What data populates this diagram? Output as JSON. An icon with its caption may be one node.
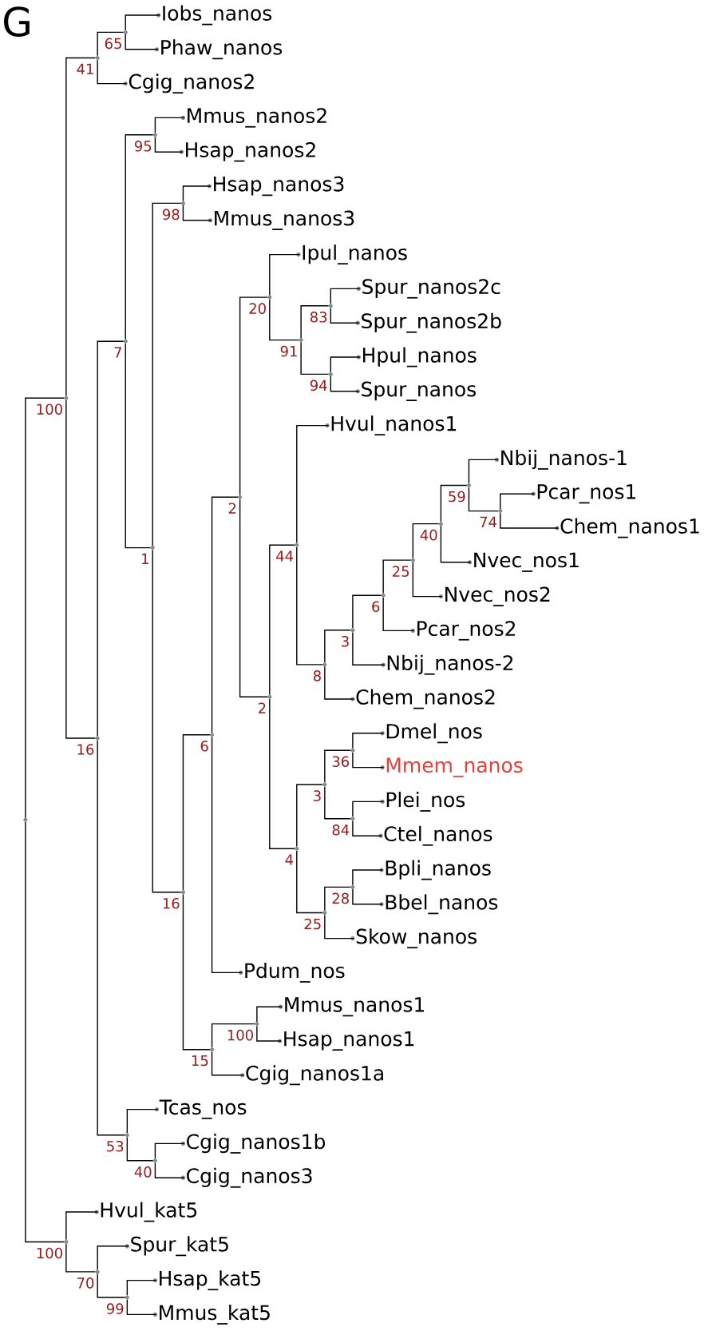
{
  "diagram": {
    "nodes": [
      {
        "text": [],
        "shape": "circle"
      },
      {
        "text": [],
        "shape": "circle",
        "beside": [
          "100"
        ]
      },
      {
        "text": [],
        "shape": "circle",
        "beside": [
          "41"
        ]
      },
      {
        "text": [],
        "shape": "circle",
        "beside": [
          "65"
        ]
      },
      {
        "text": [
          "Iobs_nanos"
        ]
      },
      {
        "text": [
          "Phaw_nanos"
        ]
      },
      {
        "text": [
          "Cgig_nanos2"
        ]
      },
      {
        "text": [],
        "shape": "circle",
        "beside": [
          "16"
        ]
      },
      {
        "text": [],
        "shape": "circle",
        "beside": [
          "7"
        ]
      },
      {
        "text": [],
        "shape": "circle",
        "beside": [
          "95"
        ]
      },
      {
        "text": [
          "Mmus_nanos2"
        ]
      },
      {
        "text": [
          "Hsap_nanos2"
        ]
      },
      {
        "text": [],
        "shape": "circle",
        "beside": [
          "1"
        ]
      },
      {
        "text": [],
        "shape": "circle",
        "beside": [
          "98"
        ]
      },
      {
        "text": [
          "Hsap_nanos3"
        ]
      },
      {
        "text": [
          "Mmus_nanos3"
        ]
      },
      {
        "text": [],
        "shape": "circle",
        "beside": [
          "16"
        ]
      },
      {
        "text": [],
        "shape": "circle",
        "beside": [
          "6"
        ]
      },
      {
        "text": [],
        "shape": "circle",
        "beside": [
          "2"
        ]
      },
      {
        "text": [],
        "shape": "circle",
        "beside": [
          "20"
        ]
      },
      {
        "text": [
          "Ipul_nanos"
        ]
      },
      {
        "text": [],
        "shape": "circle",
        "beside": [
          "91"
        ]
      },
      {
        "text": [],
        "shape": "circle",
        "beside": [
          "83"
        ]
      },
      {
        "text": [
          "Spur_nanos2c"
        ]
      },
      {
        "text": [
          "Spur_nanos2b"
        ]
      },
      {
        "text": [],
        "shape": "circle",
        "beside": [
          "94"
        ]
      },
      {
        "text": [
          "Hpul_nanos"
        ]
      },
      {
        "text": [
          "Spur_nanos"
        ]
      },
      {
        "text": [],
        "shape": "circle",
        "beside": [
          "2"
        ]
      },
      {
        "text": [],
        "shape": "circle",
        "beside": [
          "44"
        ]
      },
      {
        "text": [
          "Hvul_nanos1"
        ]
      },
      {
        "text": [],
        "shape": "circle",
        "beside": [
          "8"
        ]
      },
      {
        "text": [],
        "shape": "circle",
        "beside": [
          "3"
        ]
      },
      {
        "text": [],
        "shape": "circle",
        "beside": [
          "6"
        ]
      },
      {
        "text": [],
        "shape": "circle",
        "beside": [
          "25"
        ]
      },
      {
        "text": [],
        "shape": "circle",
        "beside": [
          "40"
        ]
      },
      {
        "text": [],
        "shape": "circle",
        "beside": [
          "59"
        ]
      },
      {
        "text": [
          "Nbij_nanos-1"
        ]
      },
      {
        "text": [],
        "shape": "circle",
        "beside": [
          "74"
        ]
      },
      {
        "text": [
          "Pcar_nos1"
        ]
      },
      {
        "text": [
          "Chem_nanos1"
        ]
      },
      {
        "text": [
          "Nvec_nos1"
        ]
      },
      {
        "text": [
          "Nvec_nos2"
        ]
      },
      {
        "text": [
          "Pcar_nos2"
        ]
      },
      {
        "text": [
          "Nbij_nanos-2"
        ]
      },
      {
        "text": [
          "Chem_nanos2"
        ]
      },
      {
        "text": [],
        "shape": "circle",
        "beside": [
          "4"
        ]
      },
      {
        "text": [],
        "shape": "circle",
        "beside": [
          "3"
        ]
      },
      {
        "text": [],
        "shape": "circle",
        "beside": [
          "36"
        ]
      },
      {
        "text": [
          "Dmel_nos"
        ]
      },
      {
        "text": [
          "Mmem_nanos"
        ]
      },
      {
        "text": [],
        "shape": "circle",
        "beside": [
          "84"
        ]
      },
      {
        "text": [
          "Plei_nos"
        ]
      },
      {
        "text": [
          "Ctel_nanos"
        ]
      },
      {
        "text": [],
        "shape": "circle",
        "beside": [
          "25"
        ]
      },
      {
        "text": [],
        "shape": "circle",
        "beside": [
          "28"
        ]
      },
      {
        "text": [
          "Bpli_nanos"
        ]
      },
      {
        "text": [
          "Bbel_nanos"
        ]
      },
      {
        "text": [
          "Skow_nanos"
        ]
      },
      {
        "text": [
          "Pdum_nos"
        ]
      },
      {
        "text": [],
        "shape": "circle",
        "beside": [
          "15"
        ]
      },
      {
        "text": [],
        "shape": "circle",
        "beside": [
          "100"
        ]
      },
      {
        "text": [
          "Mmus_nanos1"
        ]
      },
      {
        "text": [
          "Hsap_nanos1"
        ]
      },
      {
        "text": [
          "Cgig_nanos1a"
        ]
      },
      {
        "text": [],
        "shape": "circle",
        "beside": [
          "53"
        ]
      },
      {
        "text": [
          "Tcas_nos"
        ]
      },
      {
        "text": [],
        "shape": "circle",
        "beside": [
          "40"
        ]
      },
      {
        "text": [
          "Cgig_nanos1b"
        ]
      },
      {
        "text": [
          "Cgig_nanos3"
        ]
      },
      {
        "text": [],
        "shape": "circle",
        "beside": [
          "100"
        ]
      },
      {
        "text": [
          "Hvul_kat5"
        ]
      },
      {
        "text": [],
        "shape": "circle",
        "beside": [
          "70"
        ]
      },
      {
        "text": [
          "Spur_kat5"
        ]
      },
      {
        "text": [],
        "shape": "circle",
        "beside": [
          "99"
        ]
      },
      {
        "text": [
          "Hsap_kat5"
        ]
      },
      {
        "text": [
          "Mmus_kat5"
        ]
      }
    ],
    "edges": [
      {
        "from": 0,
        "to": 1,
        "arrow": "none"
      },
      {
        "from": 1,
        "to": 2,
        "arrow": "none"
      },
      {
        "from": 2,
        "to": 3,
        "arrow": "none"
      },
      {
        "from": 3,
        "to": 4,
        "arrow": "none"
      },
      {
        "from": 3,
        "to": 5,
        "arrow": "none"
      },
      {
        "from": 2,
        "to": 6,
        "arrow": "none"
      },
      {
        "from": 1,
        "to": 7,
        "arrow": "none"
      },
      {
        "from": 7,
        "to": 8,
        "arrow": "none"
      },
      {
        "from": 8,
        "to": 9,
        "arrow": "none"
      },
      {
        "from": 9,
        "to": 10,
        "arrow": "none"
      },
      {
        "from": 9,
        "to": 11,
        "arrow": "none"
      },
      {
        "from": 8,
        "to": 12,
        "arrow": "none"
      },
      {
        "from": 12,
        "to": 13,
        "arrow": "none"
      },
      {
        "from": 13,
        "to": 14,
        "arrow": "none"
      },
      {
        "from": 13,
        "to": 15,
        "arrow": "none"
      },
      {
        "from": 12,
        "to": 16,
        "arrow": "none"
      },
      {
        "from": 16,
        "to": 17,
        "arrow": "none"
      },
      {
        "from": 17,
        "to": 18,
        "arrow": "none"
      },
      {
        "from": 18,
        "to": 19,
        "arrow": "none"
      },
      {
        "from": 19,
        "to": 20,
        "arrow": "none"
      },
      {
        "from": 19,
        "to": 21,
        "arrow": "none"
      },
      {
        "from": 21,
        "to": 22,
        "arrow": "none"
      },
      {
        "from": 22,
        "to": 23,
        "arrow": "none"
      },
      {
        "from": 22,
        "to": 24,
        "arrow": "none"
      },
      {
        "from": 21,
        "to": 25,
        "arrow": "none"
      },
      {
        "from": 25,
        "to": 26,
        "arrow": "none"
      },
      {
        "from": 25,
        "to": 27,
        "arrow": "none"
      },
      {
        "from": 18,
        "to": 28,
        "arrow": "none"
      },
      {
        "from": 28,
        "to": 29,
        "arrow": "none"
      },
      {
        "from": 29,
        "to": 30,
        "arrow": "none"
      },
      {
        "from": 29,
        "to": 31,
        "arrow": "none"
      },
      {
        "from": 31,
        "to": 32,
        "arrow": "none"
      },
      {
        "from": 32,
        "to": 33,
        "arrow": "none"
      },
      {
        "from": 33,
        "to": 34,
        "arrow": "none"
      },
      {
        "from": 34,
        "to": 35,
        "arrow": "none"
      },
      {
        "from": 35,
        "to": 36,
        "arrow": "none"
      },
      {
        "from": 36,
        "to": 37,
        "arrow": "none"
      },
      {
        "from": 36,
        "to": 38,
        "arrow": "none"
      },
      {
        "from": 38,
        "to": 39,
        "arrow": "none"
      },
      {
        "from": 38,
        "to": 40,
        "arrow": "none"
      },
      {
        "from": 35,
        "to": 41,
        "arrow": "none"
      },
      {
        "from": 34,
        "to": 42,
        "arrow": "none"
      },
      {
        "from": 33,
        "to": 43,
        "arrow": "none"
      },
      {
        "from": 32,
        "to": 44,
        "arrow": "none"
      },
      {
        "from": 31,
        "to": 45,
        "arrow": "none"
      },
      {
        "from": 28,
        "to": 46,
        "arrow": "none"
      },
      {
        "from": 46,
        "to": 47,
        "arrow": "none"
      },
      {
        "from": 47,
        "to": 48,
        "arrow": "none"
      },
      {
        "from": 48,
        "to": 49,
        "arrow": "none"
      },
      {
        "from": 48,
        "to": 50,
        "arrow": "none"
      },
      {
        "from": 47,
        "to": 51,
        "arrow": "none"
      },
      {
        "from": 51,
        "to": 52,
        "arrow": "none"
      },
      {
        "from": 51,
        "to": 53,
        "arrow": "none"
      },
      {
        "from": 46,
        "to": 54,
        "arrow": "none"
      },
      {
        "from": 54,
        "to": 55,
        "arrow": "none"
      },
      {
        "from": 55,
        "to": 56,
        "arrow": "none"
      },
      {
        "from": 55,
        "to": 57,
        "arrow": "none"
      },
      {
        "from": 54,
        "to": 58,
        "arrow": "none"
      },
      {
        "from": 17,
        "to": 59,
        "arrow": "none"
      },
      {
        "from": 16,
        "to": 60,
        "arrow": "none"
      },
      {
        "from": 60,
        "to": 61,
        "arrow": "none"
      },
      {
        "from": 61,
        "to": 62,
        "arrow": "none"
      },
      {
        "from": 61,
        "to": 63,
        "arrow": "none"
      },
      {
        "from": 60,
        "to": 64,
        "arrow": "none"
      },
      {
        "from": 7,
        "to": 65,
        "arrow": "none"
      },
      {
        "from": 65,
        "to": 66,
        "arrow": "none"
      },
      {
        "from": 65,
        "to": 67,
        "arrow": "none"
      },
      {
        "from": 67,
        "to": 68,
        "arrow": "none"
      },
      {
        "from": 67,
        "to": 69,
        "arrow": "none"
      },
      {
        "from": 0,
        "to": 70,
        "arrow": "none"
      },
      {
        "from": 70,
        "to": 71,
        "arrow": "none"
      },
      {
        "from": 70,
        "to": 72,
        "arrow": "none"
      },
      {
        "from": 72,
        "to": 73,
        "arrow": "none"
      },
      {
        "from": 72,
        "to": 74,
        "arrow": "none"
      },
      {
        "from": 74,
        "to": 75,
        "arrow": "none"
      },
      {
        "from": 74,
        "to": 76,
        "arrow": "none"
      }
    ],
    "labels": [
      "G"
    ]
  }
}
